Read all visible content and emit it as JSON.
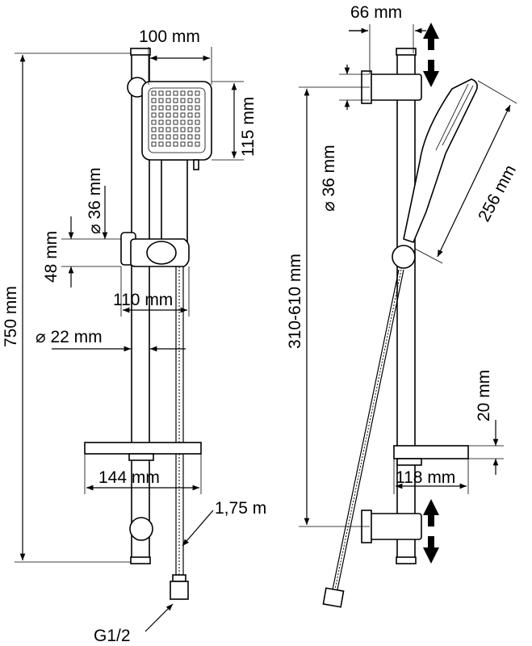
{
  "front_view": {
    "labels": {
      "width_handshower": "100 mm",
      "height_head": "115 mm",
      "holder_diameter": "⌀ 36 mm",
      "holder_height": "48 mm",
      "holder_depth": "110 mm",
      "rail_diameter": "⌀ 22 mm",
      "total_height": "750 mm",
      "soap_dish_width": "144 mm",
      "hose_length": "1,75 m",
      "connection": "G1/2"
    }
  },
  "side_view": {
    "labels": {
      "bracket_depth": "66 mm",
      "holder_diameter": "⌀ 36 mm",
      "adjust_range": "310-610 mm",
      "handshower_length": "256 mm",
      "dish_height": "20 mm",
      "dish_depth": "118 mm"
    }
  },
  "colors": {
    "stroke": "#000000",
    "background": "#ffffff"
  }
}
